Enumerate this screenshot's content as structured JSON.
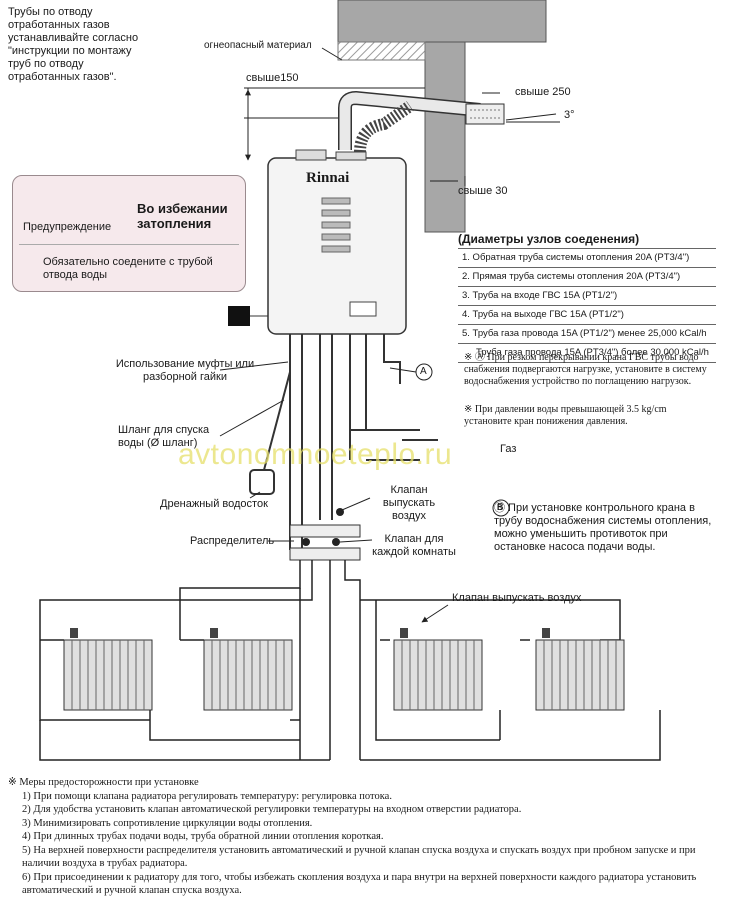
{
  "flue_note": "Трубы по отводу отработанных газов устанавливайте согласно \"инструкции по монтажу труб по отводу отработанных газов\".",
  "labels": {
    "fireproof": "огнеопасный материал",
    "above150": "свыше150",
    "above250": "свыше 250",
    "angle": "3°",
    "above30": "свыше 30",
    "brand": "Rinnai",
    "coupling": "Использование муфты или разборной гайки",
    "hose": "Шланг для спуска воды (Ø шланг)",
    "drain": "Дренажный водосток",
    "distributor": "Распределитель",
    "air_valve_dist": "Клапан выпускать воздух",
    "room_valve": "Клапан для каждой комнаты",
    "air_valve_rad": "Клапан выпускать воздух",
    "gas": "Газ",
    "marker_a": "A",
    "marker_b": "B",
    "watermark": "avtonomnoeteplo.ru"
  },
  "warning": {
    "title": "Во избежании затопления",
    "label": "Предупреждение",
    "text": "Обязательно соедените с трубой отвода воды"
  },
  "connections": {
    "title": "(Диаметры узлов соеденения)",
    "rows": [
      "1. Обратная труба системы отопления 20A (PT3/4\")",
      "2. Прямая труба системы отопления 20A (PT3/4\")",
      "3. Труба на входе ГВС 15A (PT1/2\")",
      "4. Труба на выходе ГВС 15A (PT1/2\")",
      "5. Труба газа провода 15A (PT1/2\") менее 25,000 kCal/h",
      "Труба газа провода 15A (PT3/4\") более 30,000 kCal/h"
    ]
  },
  "note_a": "※ Ⓐ При резком перекрывании крана ГВС трубы водо снабжения подвергаются нагрузке, установите в систему водоснабжения устройство по поглащению нагрузок.",
  "note_pressure": "※ При давлении воды превышающей 3.5 kg/cm установите кран понижения давления.",
  "note_b": "Ⓑ При установке контрольного крана в трубу водоснабжения системы отопления, можно уменьшить противоток при остановке насоса подачи воды.",
  "precautions": {
    "title": "※ Меры предосторожности при установке",
    "items": [
      "1) При помощи клапана радиатора регулировать температуру: регулировка потока.",
      "2) Для удобства установить клапан автоматической регулировки температуры на входном отверстии радиатора.",
      "3) Минимизировать сопротивление циркуляции воды отопления.",
      "4) При длинных трубах подачи воды, труба обратной линии отопления короткая.",
      "5) На верхней поверхности распределителя установить автоматический и ручной клапан спуска воздуха и спускать воздух при пробном запуске и при наличии воздуха в трубах радиатора.",
      "6) При присоединении к радиатору для того, чтобы избежать скопления воздуха и пара внутри на верхней поверхности каждого радиатора установить автоматический и ручной клапан спуска воздуха."
    ]
  }
}
